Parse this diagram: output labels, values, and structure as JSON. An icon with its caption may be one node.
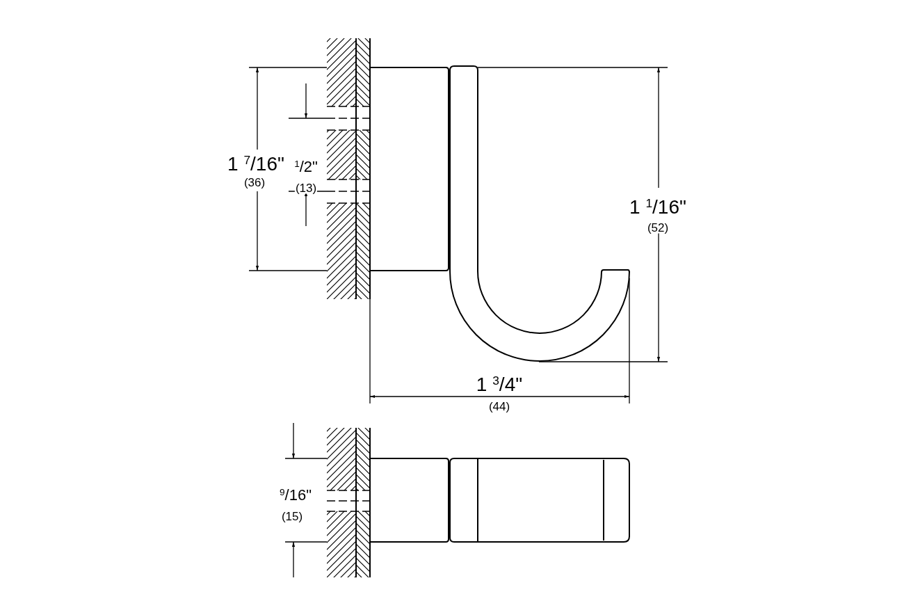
{
  "diagram": {
    "labels": [
      "1 $^{7}$/16\"",
      "(36)",
      "$^{1}$/2\"",
      "(13)",
      "1 $^{1}$/16\"",
      "(52)",
      "1 $^{3}$/4\"",
      "(44)",
      "$^{9}$/16\"",
      "(15)"
    ]
  }
}
